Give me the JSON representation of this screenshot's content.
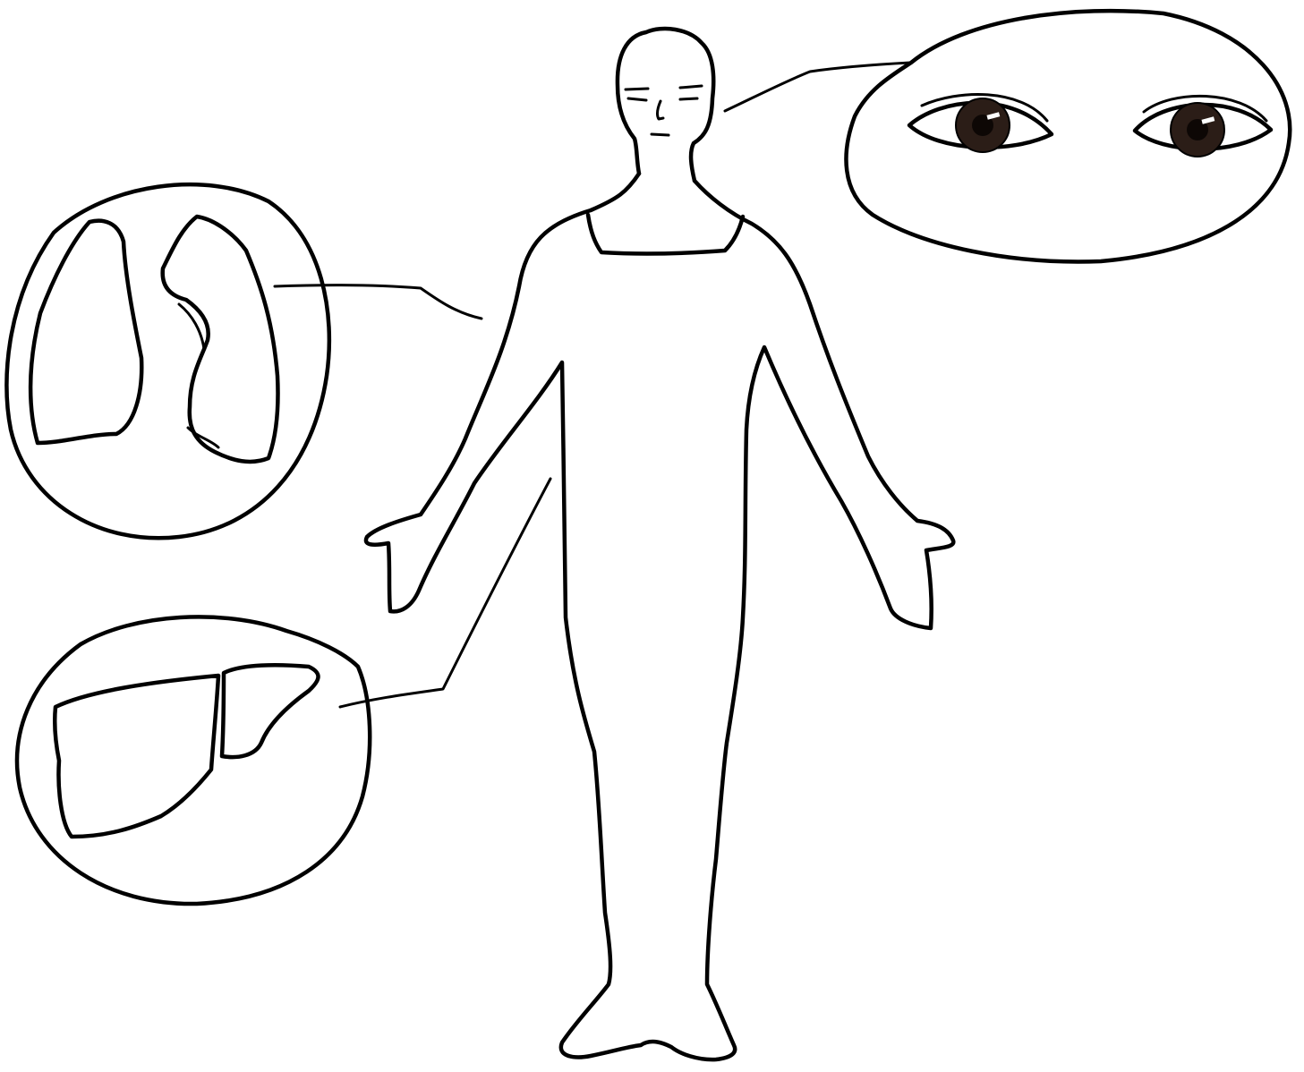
{
  "diagram": {
    "colors": {
      "outline": "#000000",
      "background": "#ffffff",
      "lungs": "#ee8a60",
      "liver": "#e0677d",
      "iris": "#2b1d17"
    },
    "figure": {
      "icon": "human-body-outline-icon"
    },
    "callouts": [
      {
        "organ_icon": "eyes-icon",
        "connects_to": "head"
      },
      {
        "organ_icon": "lungs-icon",
        "connects_to": "chest"
      },
      {
        "organ_icon": "liver-icon",
        "connects_to": "abdomen"
      }
    ]
  }
}
